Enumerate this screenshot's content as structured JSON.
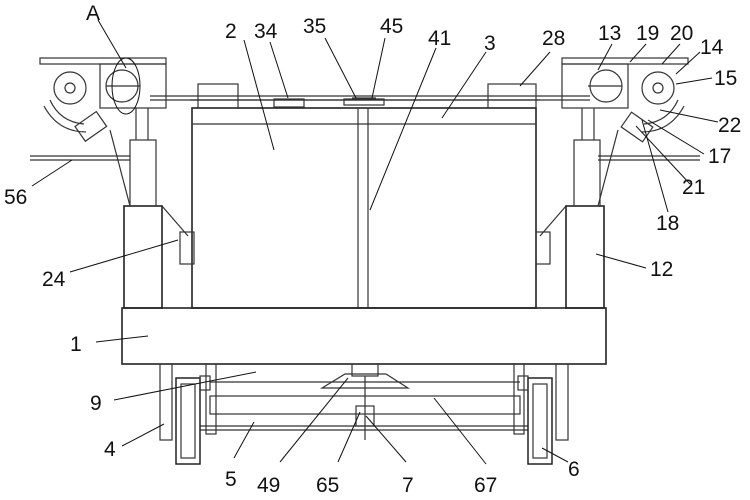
{
  "labels": {
    "A": "A",
    "l1": "1",
    "l2": "2",
    "l3": "3",
    "l4": "4",
    "l5": "5",
    "l6": "6",
    "l7": "7",
    "l9": "9",
    "l12": "12",
    "l13": "13",
    "l14": "14",
    "l15": "15",
    "l17": "17",
    "l18": "18",
    "l19": "19",
    "l20": "20",
    "l21": "21",
    "l22": "22",
    "l24": "24",
    "l28": "28",
    "l34": "34",
    "l35": "35",
    "l41": "41",
    "l45": "45",
    "l49": "49",
    "l56": "56",
    "l65": "65",
    "l67": "67"
  }
}
